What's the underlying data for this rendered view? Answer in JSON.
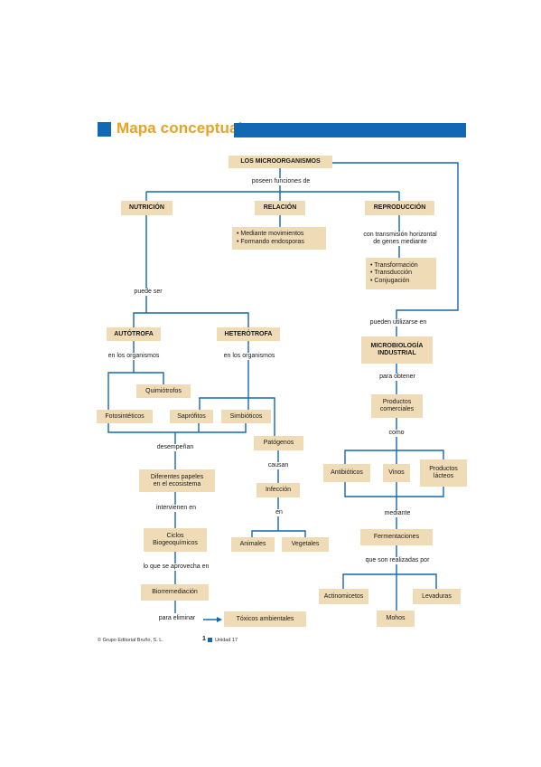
{
  "header": {
    "title": "Mapa conceptual"
  },
  "footer": {
    "copyright": "© Grupo Editorial Bruño, S. L.",
    "page": "1",
    "unit": "Unidad 17"
  },
  "nodes": {
    "root": "LOS MICROORGANISMOS",
    "nutricion": "NUTRICIÓN",
    "relacion": "RELACIÓN",
    "reproduccion": "REPRODUCCIÓN",
    "relacion_items": [
      "• Mediante movimientos",
      "• Formando endosporas"
    ],
    "reproduccion_items": [
      "• Transformación",
      "• Transducción",
      "• Conjugación"
    ],
    "autotrofa": "AUTÓTROFA",
    "heterotrofa": "HETERÓTROFA",
    "quimiotrofos": "Quimiótrofos",
    "fotosinteticos": "Fotosintéticos",
    "saprofitos": "Saprófitos",
    "simbioticos": "Simbióticos",
    "patogenos": "Patógenos",
    "papeles": "Diferentes papeles\nen el ecosistema",
    "infeccion": "Infección",
    "ciclos": "Ciclos\nBiogeoquímicos",
    "animales": "Animales",
    "vegetales": "Vegetales",
    "biorremediacion": "Biorremediación",
    "toxicos": "Tóxicos ambientales",
    "microbiologia": "MICROBIOLOGÍA\nINDUSTRIAL",
    "productos": "Productos\ncomerciales",
    "antibioticos": "Antibióticos",
    "vinos": "Vinos",
    "lacteos": "Productos\nlácteos",
    "fermentaciones": "Fermentaciones",
    "actinomicetos": "Actinomicetos",
    "levaduras": "Levaduras",
    "mohos": "Mohos"
  },
  "connectors": {
    "poseen": "poseen funciones de",
    "transmision": "con transmisión horizontal\nde genes mediante",
    "puede_ser": "puede ser",
    "pueden_utilizarse": "pueden utilizarse en",
    "en_organismos_1": "en los organismos",
    "en_organismos_2": "en los organismos",
    "para_obtener": "para obtener",
    "como": "como",
    "desempenan": "desempeñan",
    "causan": "causan",
    "intervienen": "intervienen en",
    "en": "en",
    "mediante": "mediante",
    "aprovecha": "lo que se aprovecha en",
    "realizadas": "que son realizadas por",
    "para_eliminar": "para eliminar"
  },
  "colors": {
    "node_bg": "#efdcb6",
    "line": "#1368b3",
    "title": "#e8a323",
    "accent": "#1368b3"
  }
}
